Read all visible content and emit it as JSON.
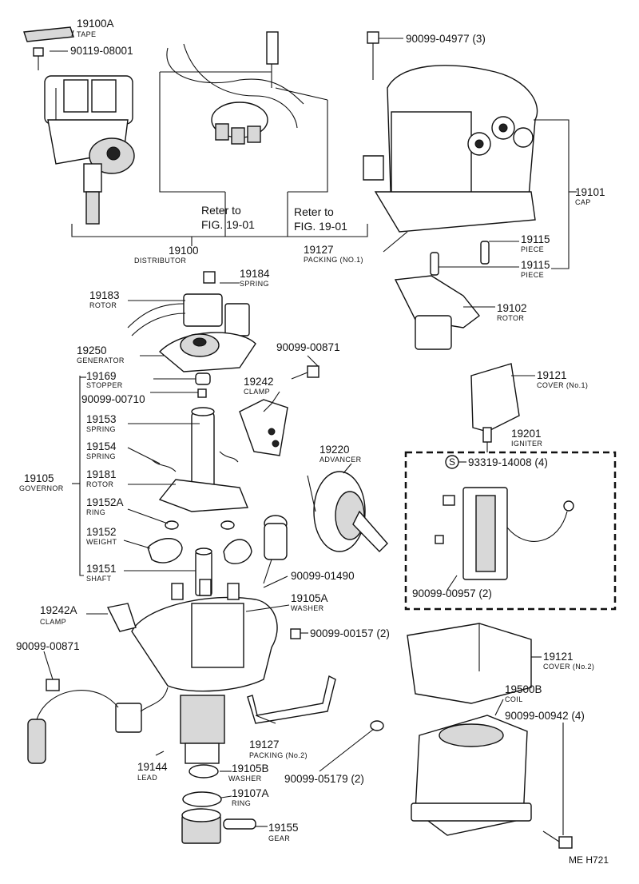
{
  "diagram_code": "ME H721",
  "callouts": [
    {
      "id": "tape",
      "part_no": "19100A",
      "name": "TAPE"
    },
    {
      "id": "bolt-90119",
      "part_no": "90119-08001",
      "name": ""
    },
    {
      "id": "bolt-04977",
      "part_no": "90099-04977 (3)",
      "name": ""
    },
    {
      "id": "distributor",
      "part_no": "19100",
      "name": "DISTRIBUTOR"
    },
    {
      "id": "packing-no1",
      "part_no": "19127",
      "name": "PACKING (NO.1)"
    },
    {
      "id": "cap",
      "part_no": "19101",
      "name": "CAP"
    },
    {
      "id": "piece-a",
      "part_no": "19115",
      "name": "PIECE"
    },
    {
      "id": "piece-b",
      "part_no": "19115",
      "name": "PIECE"
    },
    {
      "id": "spring-19184",
      "part_no": "19184",
      "name": "SPRING"
    },
    {
      "id": "rotor-19183",
      "part_no": "19183",
      "name": "ROTOR"
    },
    {
      "id": "rotor-19102",
      "part_no": "19102",
      "name": "ROTOR"
    },
    {
      "id": "generator",
      "part_no": "19250",
      "name": "GENERATOR"
    },
    {
      "id": "bolt-00871-top",
      "part_no": "90099-00871",
      "name": ""
    },
    {
      "id": "stopper",
      "part_no": "19169",
      "name": "STOPPER"
    },
    {
      "id": "bolt-00710",
      "part_no": "90099-00710",
      "name": ""
    },
    {
      "id": "clamp-19242",
      "part_no": "19242",
      "name": "CLAMP"
    },
    {
      "id": "cover-no1",
      "part_no": "19121",
      "name": "COVER (No.1)"
    },
    {
      "id": "spring-19153",
      "part_no": "19153",
      "name": "SPRING"
    },
    {
      "id": "spring-19154",
      "part_no": "19154",
      "name": "SPRING"
    },
    {
      "id": "igniter",
      "part_no": "19201",
      "name": "IGNITER"
    },
    {
      "id": "advancer",
      "part_no": "19220",
      "name": "ADVANCER"
    },
    {
      "id": "screw-93319",
      "part_no": "93319-14008 (4)",
      "name": ""
    },
    {
      "id": "governor",
      "part_no": "19105",
      "name": "GOVERNOR"
    },
    {
      "id": "rotor-19181",
      "part_no": "19181",
      "name": "ROTOR"
    },
    {
      "id": "ring-19152a",
      "part_no": "19152A",
      "name": "RING"
    },
    {
      "id": "weight",
      "part_no": "19152",
      "name": "WEIGHT"
    },
    {
      "id": "shaft",
      "part_no": "19151",
      "name": "SHAFT"
    },
    {
      "id": "bolt-01490",
      "part_no": "90099-01490",
      "name": ""
    },
    {
      "id": "washer-19105a",
      "part_no": "19105A",
      "name": "WASHER"
    },
    {
      "id": "bolt-00957",
      "part_no": "90099-00957 (2)",
      "name": ""
    },
    {
      "id": "clamp-19242a",
      "part_no": "19242A",
      "name": "CLAMP"
    },
    {
      "id": "bolt-00157",
      "part_no": "90099-00157 (2)",
      "name": ""
    },
    {
      "id": "bolt-00871-left",
      "part_no": "90099-00871",
      "name": ""
    },
    {
      "id": "cover-no2",
      "part_no": "19121",
      "name": "COVER (No.2)"
    },
    {
      "id": "coil",
      "part_no": "19500B",
      "name": "COIL"
    },
    {
      "id": "bolt-00942",
      "part_no": "90099-00942 (4)",
      "name": ""
    },
    {
      "id": "packing-no2",
      "part_no": "19127",
      "name": "PACKING (No.2)"
    },
    {
      "id": "lead",
      "part_no": "19144",
      "name": "LEAD"
    },
    {
      "id": "washer-19105b",
      "part_no": "19105B",
      "name": "WASHER"
    },
    {
      "id": "nut-05179",
      "part_no": "90099-05179 (2)",
      "name": ""
    },
    {
      "id": "ring-19107a",
      "part_no": "19107A",
      "name": "RING"
    },
    {
      "id": "gear",
      "part_no": "19155",
      "name": "GEAR"
    }
  ],
  "references": [
    {
      "line1": "Reter to",
      "line2": "FIG. 19-01"
    },
    {
      "line1": "Reter to",
      "line2": "FIG. 19-01"
    }
  ]
}
